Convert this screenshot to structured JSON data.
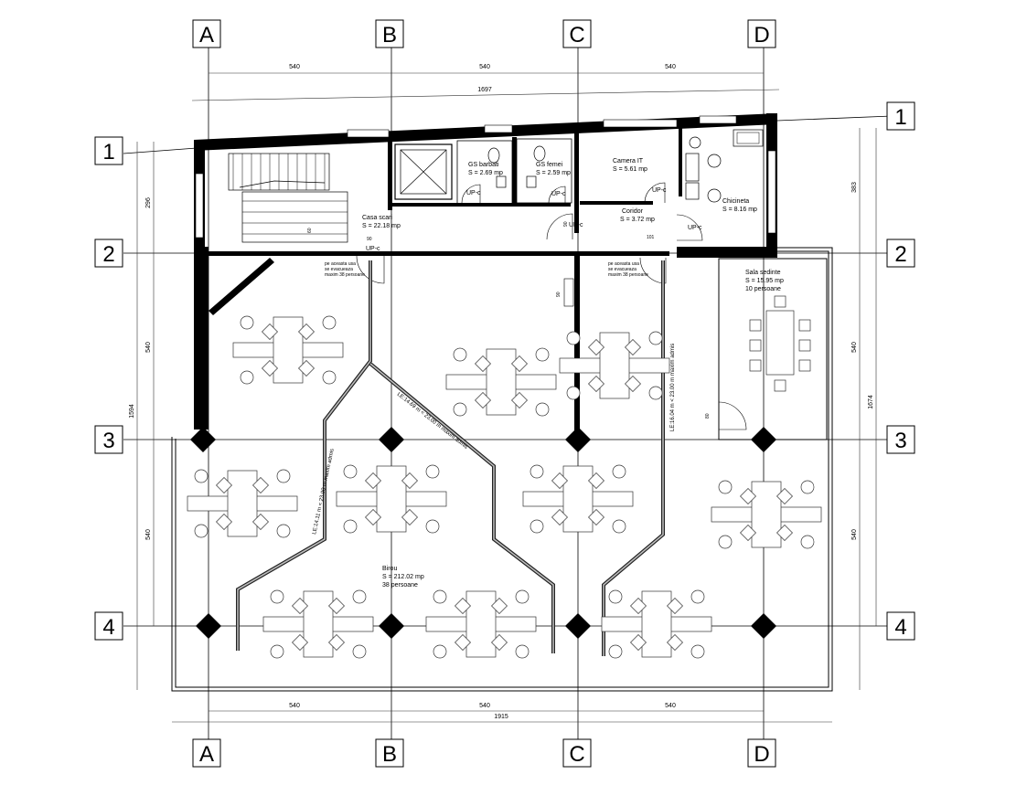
{
  "grid": {
    "columns": [
      "A",
      "B",
      "C",
      "D"
    ],
    "rows": [
      "1",
      "2",
      "3",
      "4"
    ]
  },
  "dimensions": {
    "top_spans": [
      "540",
      "540",
      "540"
    ],
    "top_overall": "1697",
    "bottom_spans": [
      "540",
      "540",
      "540"
    ],
    "bottom_overall": "1915",
    "left_overall": "1594",
    "left_spans": [
      "296",
      "540",
      "540"
    ],
    "right_overall": "1674",
    "right_spans": [
      "383",
      "540",
      "540"
    ]
  },
  "rooms": {
    "stair": {
      "name": "Casa scari",
      "area": "S = 22.18 mp"
    },
    "gs_men": {
      "name": "GS barbati",
      "area": "S = 2.69 mp"
    },
    "gs_women": {
      "name": "GS femei",
      "area": "S = 2.59 mp"
    },
    "it_room": {
      "name": "Camera IT",
      "area": "S = 5.61 mp"
    },
    "corridor": {
      "name": "Coridor",
      "area": "S = 3.72 mp"
    },
    "kitchen": {
      "name": "Chicineta",
      "area": "S = 8.16 mp"
    },
    "meeting": {
      "name": "Sala sedinte",
      "area": "S = 15.95 mp",
      "capacity": "10 persoane"
    },
    "office": {
      "name": "Birou",
      "area": "S = 212.02 mp",
      "capacity": "38 persoane"
    }
  },
  "labels": {
    "upc": "UP-c",
    "door_90": "90",
    "door_101": "101",
    "door_80": "80",
    "door_60": "60",
    "evac_note_1": [
      "pe aceasta usa",
      "se evacueaza",
      "maxim 38 persoane"
    ],
    "evac_note_2": [
      "pe aceasta usa",
      "se evacueaza",
      "maxim 38 persoane"
    ]
  },
  "escape_routes": {
    "le1": "LE:14.11 m < 23.00 m maxim admis",
    "le2": "LE:14.69 m < 23.00 m maxim admis",
    "le3": "LE:16.04 m < 23.00 m maxim admis"
  }
}
